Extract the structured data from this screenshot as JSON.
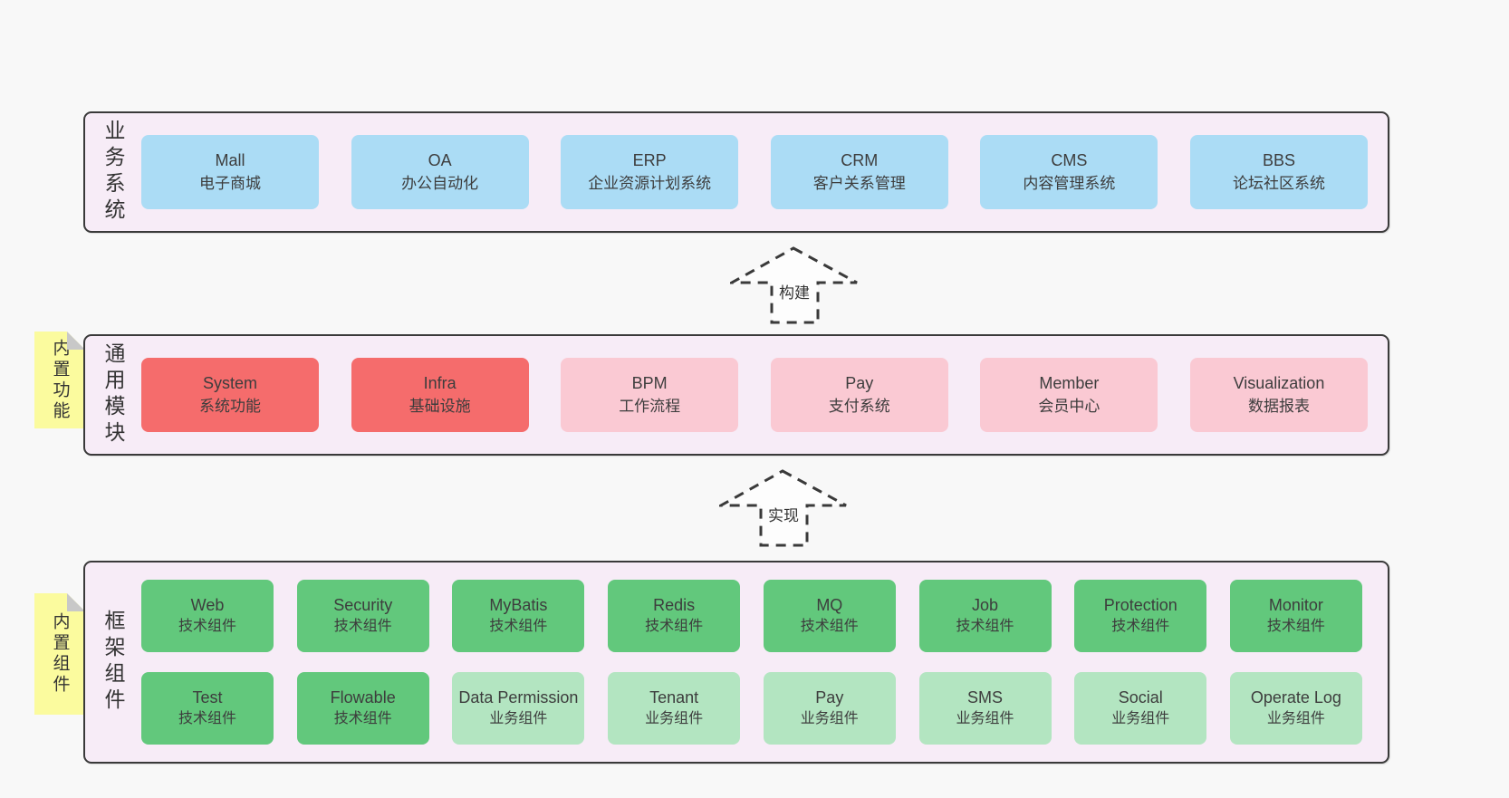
{
  "colors": {
    "page_bg": "#f8f8f8",
    "layer_bg": "#f7ecf7",
    "layer_border": "#3a3a3a",
    "blue": "#abdcf5",
    "red": "#f56c6c",
    "pink": "#fac9d3",
    "green": "#62c87c",
    "light_green": "#b3e5c1",
    "note_yellow": "#fbfb9e",
    "note_fold_gray": "#c8c8c8"
  },
  "arrows": [
    {
      "label": "构建"
    },
    {
      "label": "实现"
    }
  ],
  "notes": [
    {
      "label": "内置功能"
    },
    {
      "label": "内置组件"
    }
  ],
  "layers": [
    {
      "title": "业务系统",
      "items": [
        {
          "en": "Mall",
          "zh": "电子商城"
        },
        {
          "en": "OA",
          "zh": "办公自动化"
        },
        {
          "en": "ERP",
          "zh": "企业资源计划系统"
        },
        {
          "en": "CRM",
          "zh": "客户关系管理"
        },
        {
          "en": "CMS",
          "zh": "内容管理系统"
        },
        {
          "en": "BBS",
          "zh": "论坛社区系统"
        }
      ]
    },
    {
      "title": "通用模块",
      "items": [
        {
          "en": "System",
          "zh": "系统功能",
          "variant": "red"
        },
        {
          "en": "Infra",
          "zh": "基础设施",
          "variant": "red"
        },
        {
          "en": "BPM",
          "zh": "工作流程",
          "variant": "pink"
        },
        {
          "en": "Pay",
          "zh": "支付系统",
          "variant": "pink"
        },
        {
          "en": "Member",
          "zh": "会员中心",
          "variant": "pink"
        },
        {
          "en": "Visualization",
          "zh": "数据报表",
          "variant": "pink"
        }
      ]
    },
    {
      "title": "框架组件",
      "rows": [
        [
          {
            "en": "Web",
            "zh": "技术组件",
            "variant": "green"
          },
          {
            "en": "Security",
            "zh": "技术组件",
            "variant": "green"
          },
          {
            "en": "MyBatis",
            "zh": "技术组件",
            "variant": "green"
          },
          {
            "en": "Redis",
            "zh": "技术组件",
            "variant": "green"
          },
          {
            "en": "MQ",
            "zh": "技术组件",
            "variant": "green"
          },
          {
            "en": "Job",
            "zh": "技术组件",
            "variant": "green"
          },
          {
            "en": "Protection",
            "zh": "技术组件",
            "variant": "green"
          },
          {
            "en": "Monitor",
            "zh": "技术组件",
            "variant": "green"
          }
        ],
        [
          {
            "en": "Test",
            "zh": "技术组件",
            "variant": "green"
          },
          {
            "en": "Flowable",
            "zh": "技术组件",
            "variant": "green"
          },
          {
            "en": "Data Permission",
            "zh": "业务组件",
            "variant": "light_green"
          },
          {
            "en": "Tenant",
            "zh": "业务组件",
            "variant": "light_green"
          },
          {
            "en": "Pay",
            "zh": "业务组件",
            "variant": "light_green"
          },
          {
            "en": "SMS",
            "zh": "业务组件",
            "variant": "light_green"
          },
          {
            "en": "Social",
            "zh": "业务组件",
            "variant": "light_green"
          },
          {
            "en": "Operate Log",
            "zh": "业务组件",
            "variant": "light_green"
          }
        ]
      ]
    }
  ]
}
